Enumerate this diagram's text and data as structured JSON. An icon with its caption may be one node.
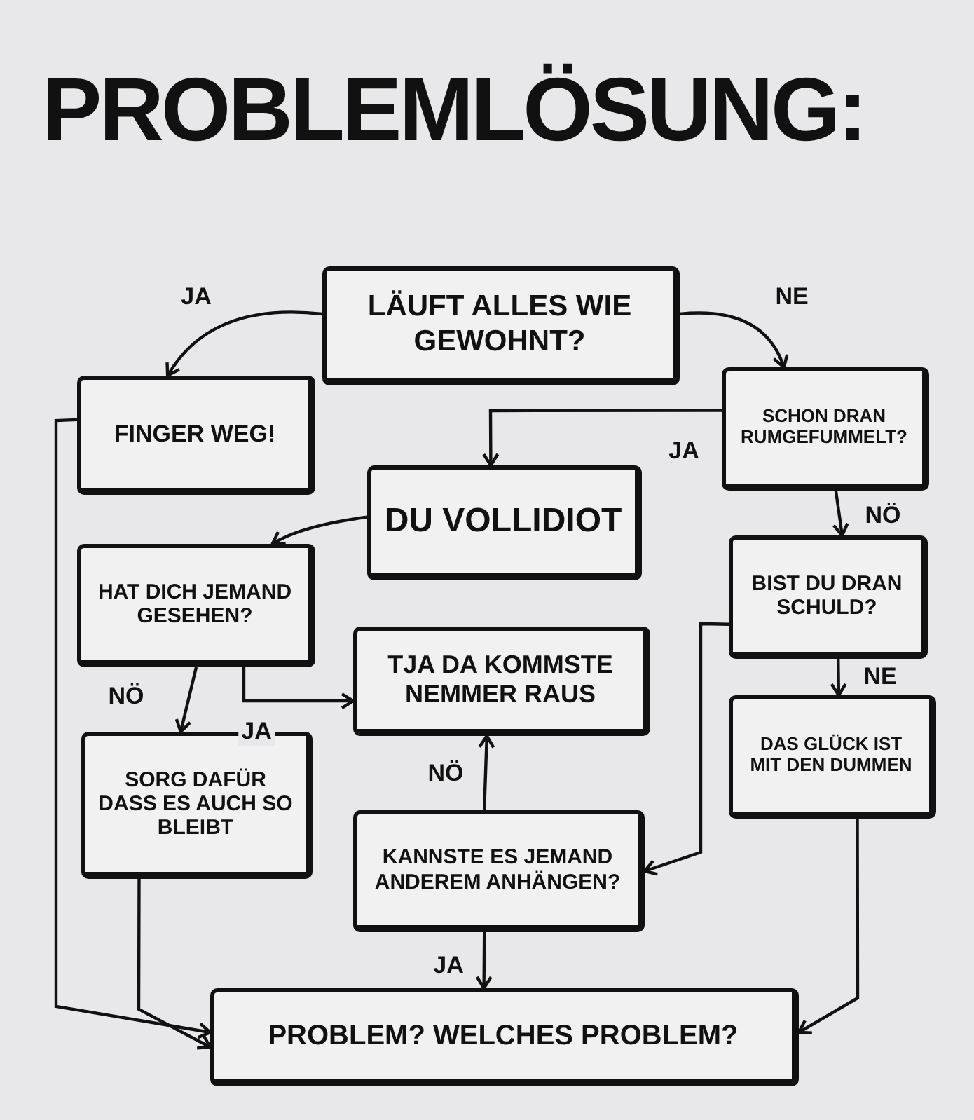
{
  "diagram": {
    "title": "PROBLEMLÖSUNG:",
    "nodes": [
      {
        "text": [
          "LÄUFT ALLES WIE GEWOHNT?"
        ]
      },
      {
        "text": [
          "FINGER WEG!"
        ]
      },
      {
        "text": [
          "SCHON DRAN RUMGEFUMMELT?"
        ]
      },
      {
        "text": [
          "DU VOLLIDIOT"
        ]
      },
      {
        "text": [
          "HAT DICH JEMAND GESEHEN?"
        ]
      },
      {
        "text": [
          "BIST DU DRAN SCHULD?"
        ]
      },
      {
        "text": [
          "TJA DA KOMMSTE NEMMER RAUS"
        ]
      },
      {
        "text": [
          "SORG DAFÜR DASS ES AUCH SO BLEIBT"
        ]
      },
      {
        "text": [
          "DAS GLÜCK IST MIT DEN DUMMEN"
        ]
      },
      {
        "text": [
          "KANNSTE ES JEMAND ANDEREM ANHÄNGEN?"
        ]
      },
      {
        "text": [
          "PROBLEM? WELCHES PROBLEM?"
        ]
      }
    ],
    "edges": [
      {
        "from": 0,
        "to": 1,
        "arrow": "to",
        "label": "JA"
      },
      {
        "from": 0,
        "to": 2,
        "arrow": "to",
        "label": "NE"
      },
      {
        "from": 2,
        "to": 3,
        "arrow": "to",
        "label": "JA"
      },
      {
        "from": 2,
        "to": 5,
        "arrow": "to",
        "label": "NÖ"
      },
      {
        "from": 3,
        "to": 4,
        "arrow": "to"
      },
      {
        "from": 5,
        "to": 8,
        "arrow": "to",
        "label": "NE"
      },
      {
        "from": 4,
        "to": 7,
        "arrow": "to",
        "label": "NÖ"
      },
      {
        "from": 4,
        "to": 6,
        "arrow": "to",
        "label": "JA"
      },
      {
        "from": 5,
        "to": 9,
        "arrow": "to"
      },
      {
        "from": 9,
        "to": 6,
        "arrow": "to",
        "label": "NÖ"
      },
      {
        "from": 9,
        "to": 10,
        "arrow": "to",
        "label": "JA"
      },
      {
        "from": 1,
        "to": 10,
        "arrow": "to"
      },
      {
        "from": 7,
        "to": 10,
        "arrow": "to"
      },
      {
        "from": 8,
        "to": 10,
        "arrow": "to"
      }
    ]
  }
}
